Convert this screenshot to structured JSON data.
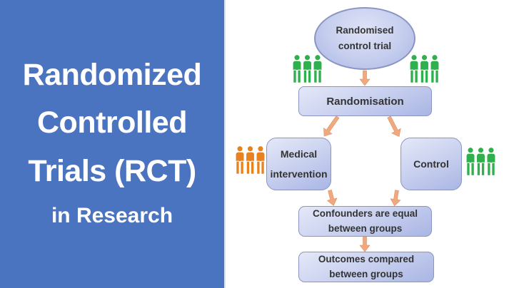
{
  "title_card": {
    "lines": [
      "Randomized",
      "Controlled",
      "Trials (RCT)"
    ],
    "subtitle": "in Research",
    "bg_color": "#4a73c0",
    "text_color": "#ffffff"
  },
  "diagram": {
    "nodes": {
      "rct": {
        "line1": "Randomised",
        "line2": "control trial"
      },
      "randomisation": {
        "line1": "Randomisation"
      },
      "medical": {
        "line1": "Medical",
        "line2": "intervention"
      },
      "control": {
        "line1": "Control"
      },
      "confounders": {
        "line1": "Confounders are equal",
        "line2": "between groups"
      },
      "outcomes": {
        "line1": "Outcomes compared",
        "line2": "between groups"
      }
    },
    "people_groups": [
      {
        "position": "top-left",
        "color": "green",
        "icon": "three-person-group-icon"
      },
      {
        "position": "top-right",
        "color": "green",
        "icon": "three-person-group-icon"
      },
      {
        "position": "mid-left",
        "color": "orange",
        "icon": "three-person-group-icon"
      },
      {
        "position": "mid-right",
        "color": "green",
        "icon": "three-person-group-icon"
      }
    ],
    "colors": {
      "node_fill_light": "#e4e8f8",
      "node_fill_mid": "#c6ceee",
      "node_fill_dark": "#a9b5e4",
      "node_border": "#8b95c2",
      "arrow": "#f0a87e",
      "arrow_edge": "#dd9063",
      "people_green": "#2eb04c",
      "people_orange": "#e8821f",
      "text": "#333333"
    }
  }
}
